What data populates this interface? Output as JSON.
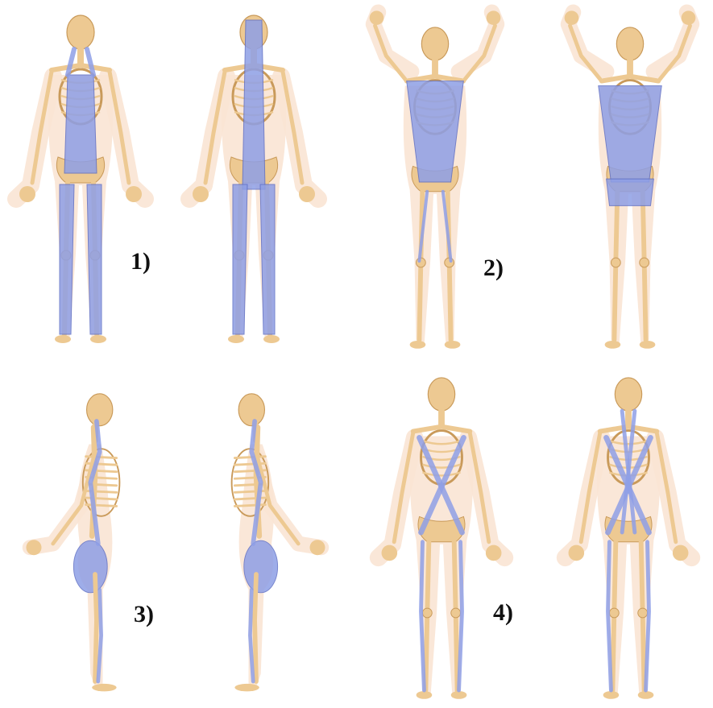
{
  "figure": {
    "panels": [
      {
        "label": "1)",
        "views": [
          "front",
          "back"
        ],
        "raised_arms": false
      },
      {
        "label": "2)",
        "views": [
          "front",
          "back"
        ],
        "raised_arms": true
      },
      {
        "label": "3)",
        "views": [
          "side-right",
          "side-left"
        ],
        "raised_arms": false
      },
      {
        "label": "4)",
        "views": [
          "front",
          "back"
        ],
        "raised_arms": false
      }
    ]
  },
  "colors": {
    "bone": "#edc992",
    "bone_edge": "#c99a5a",
    "skin": "#fae4d4",
    "muscle": "#8e9fe6",
    "muscle_edge": "#5f6fc4",
    "background": "#ffffff"
  }
}
